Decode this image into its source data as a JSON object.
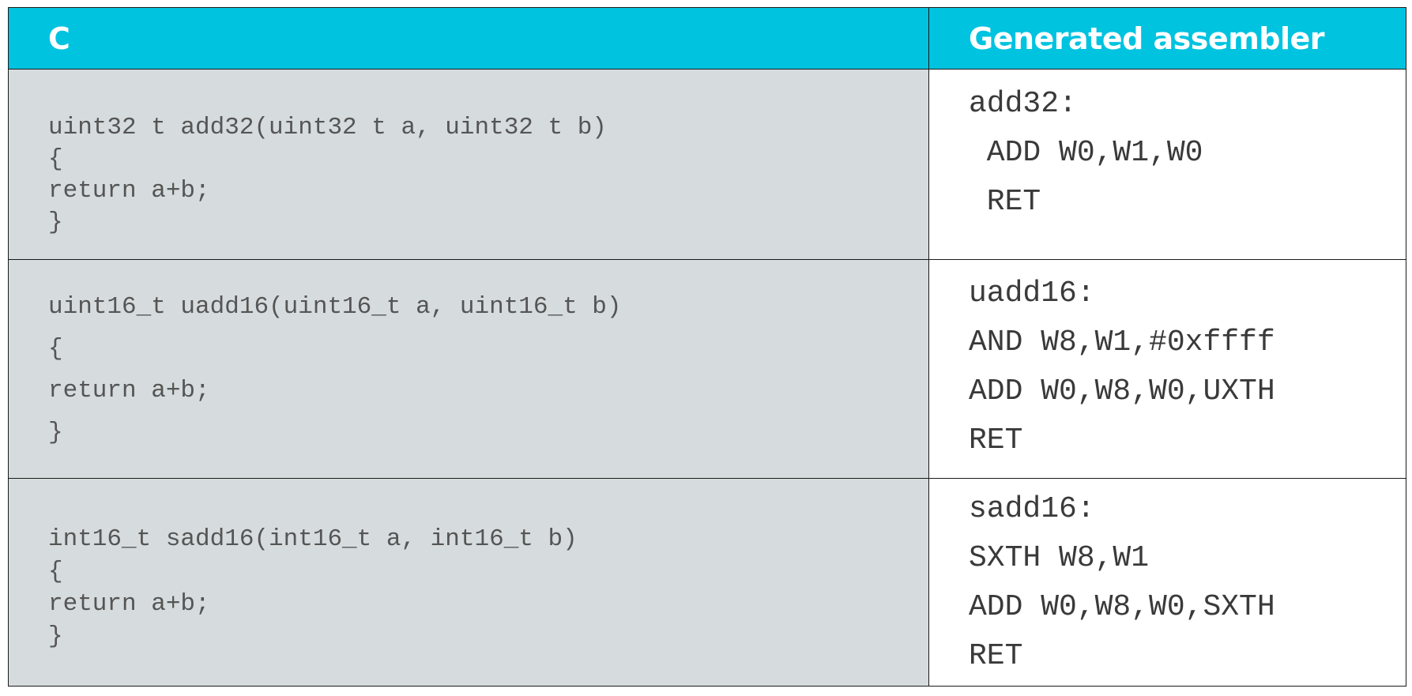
{
  "header": {
    "c_label": "C",
    "asm_label": "Generated assembler"
  },
  "rows": [
    {
      "c_lines": [
        "uint32 t add32(uint32 t a, uint32 t b)",
        "{",
        "return a+b;",
        "}"
      ],
      "asm_lines": [
        "add32:",
        " ADD W0,W1,W0",
        " RET"
      ]
    },
    {
      "c_lines": [
        "uint16_t uadd16(uint16_t a, uint16_t b)",
        "{",
        "return a+b;",
        "}"
      ],
      "asm_lines": [
        "uadd16:",
        "AND W8,W1,#0xffff",
        "ADD W0,W8,W0,UXTH",
        "RET"
      ]
    },
    {
      "c_lines": [
        "int16_t sadd16(int16_t a, int16_t b)",
        "{",
        "return a+b;",
        "}"
      ],
      "asm_lines": [
        "sadd16:",
        "SXTH W8,W1",
        "ADD W0,W8,W0,SXTH",
        "RET"
      ]
    }
  ],
  "colors": {
    "header_bg": "#00c3e0",
    "c_cell_bg": "#d6dcdd",
    "asm_cell_bg": "#ffffff"
  }
}
